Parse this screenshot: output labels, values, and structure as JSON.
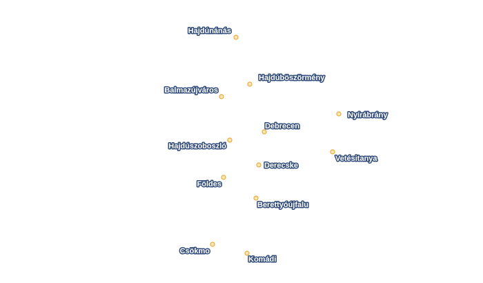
{
  "map": {
    "colors": {
      "marker_fill": "#fbe7b3",
      "marker_stroke": "#e8a93a",
      "label_text": "#ffffff",
      "label_halo": "#2f4a7a",
      "background": "#ffffff"
    },
    "places": [
      {
        "name": "Hajdúnánás"
      },
      {
        "name": "Hajdúböszörmény"
      },
      {
        "name": "Balmazújváros"
      },
      {
        "name": "Nyírábrány"
      },
      {
        "name": "Debrecen"
      },
      {
        "name": "Hajdúszoboszló"
      },
      {
        "name": "Vetésitanya"
      },
      {
        "name": "Derecske"
      },
      {
        "name": "Földes"
      },
      {
        "name": "Berettyóújfalu"
      },
      {
        "name": "Csökmo"
      },
      {
        "name": "Komádi"
      }
    ]
  }
}
